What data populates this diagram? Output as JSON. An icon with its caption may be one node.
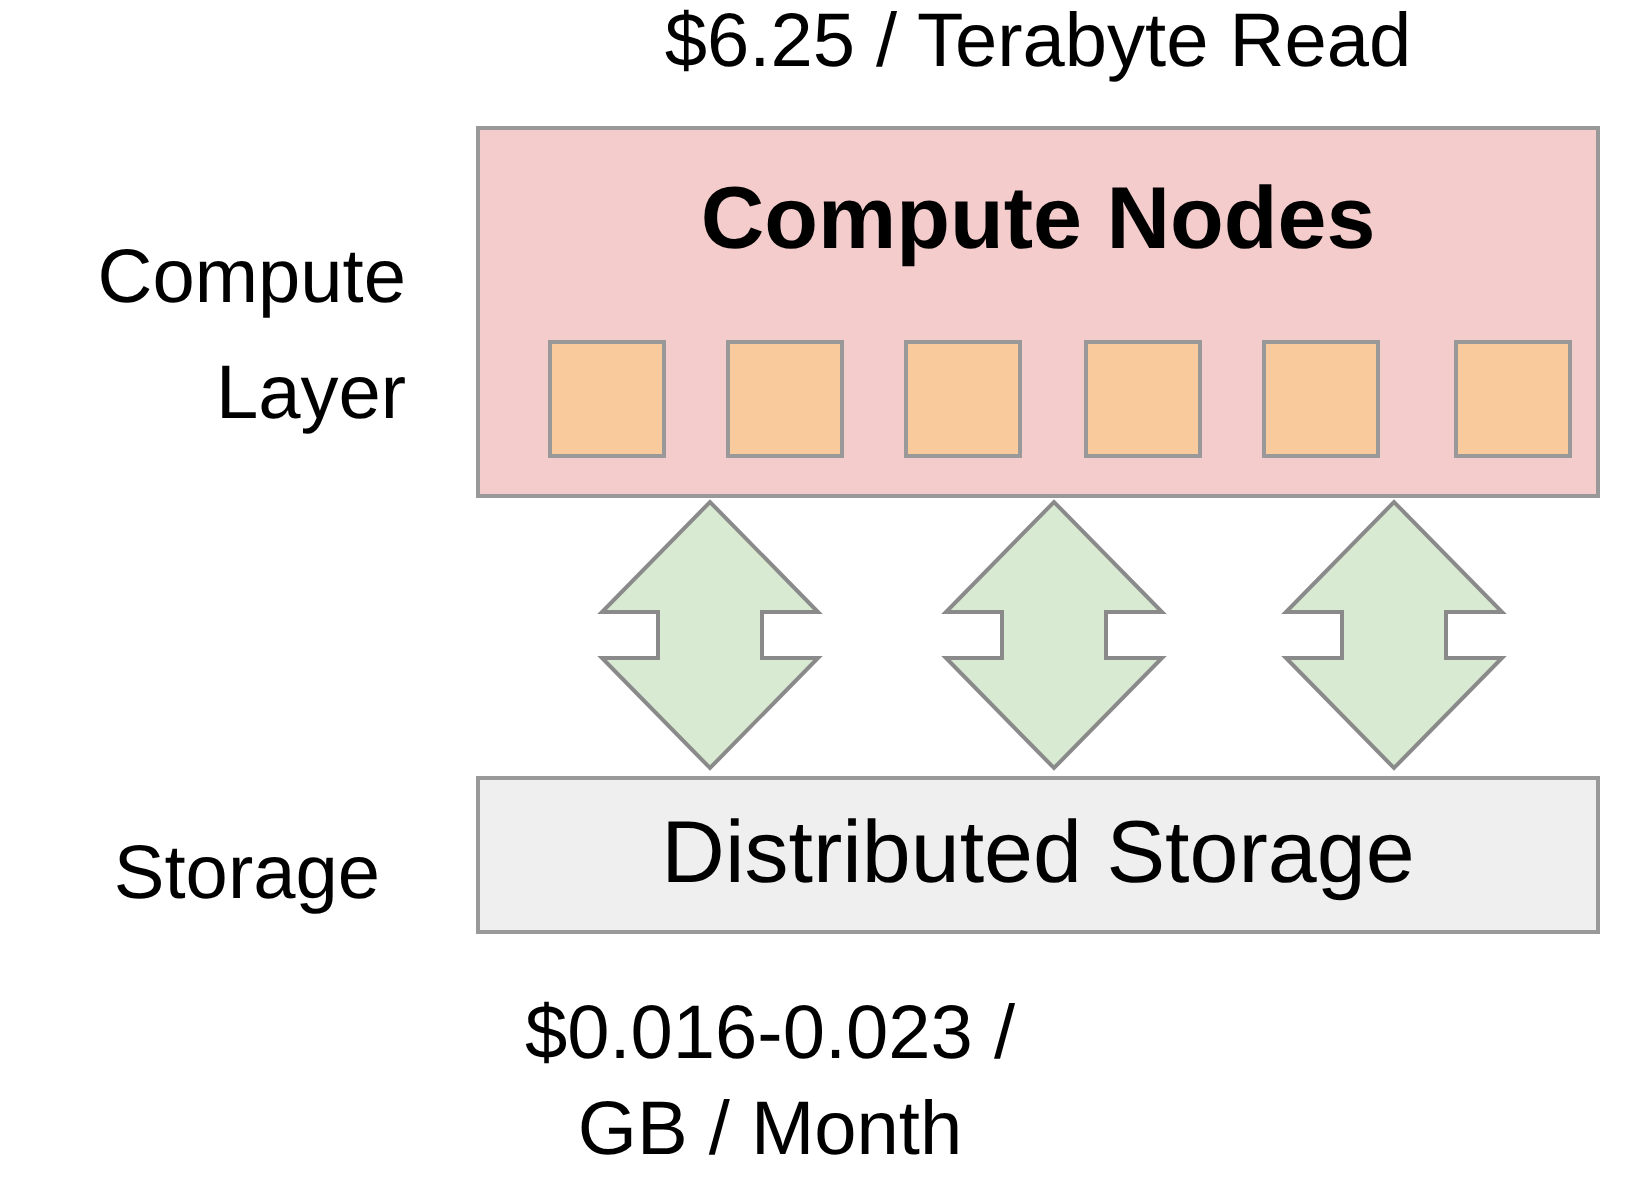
{
  "diagram": {
    "nodes": [
      {
        "text": [
          "Compute Nodes"
        ],
        "beside": [
          "$6.25 / Terabyte Read"
        ]
      },
      {
        "text": [],
        "shape": "box",
        "in": 0
      },
      {
        "text": [],
        "shape": "box",
        "in": 0
      },
      {
        "text": [],
        "shape": "box",
        "in": 0
      },
      {
        "text": [],
        "shape": "box",
        "in": 0
      },
      {
        "text": [],
        "shape": "box",
        "in": 0
      },
      {
        "text": [],
        "shape": "box",
        "in": 0
      },
      {
        "text": [
          "Distributed Storage"
        ],
        "beside": [
          "$0.016-0.023 / GB / Month"
        ]
      }
    ],
    "edges": [
      {
        "from": 0,
        "to": 7,
        "arrow": "both",
        "style": "thick"
      },
      {
        "from": 0,
        "to": 7,
        "arrow": "both",
        "style": "thick"
      },
      {
        "from": 0,
        "to": 7,
        "arrow": "both",
        "style": "thick"
      }
    ],
    "labels": [
      "Compute Layer",
      "Storage"
    ]
  }
}
